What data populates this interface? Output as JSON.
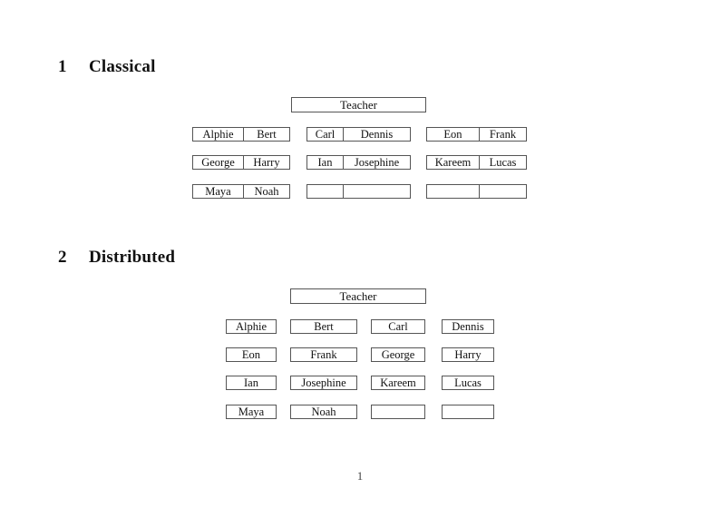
{
  "colors": {
    "background": "#ffffff",
    "text": "#111111",
    "border": "#555555",
    "page_number_color": "#444444"
  },
  "classical": {
    "heading_number": "1",
    "heading_title": "Classical",
    "teacher": "Teacher",
    "rows": [
      [
        [
          "Alphie",
          "Bert"
        ],
        [
          "Carl",
          "Dennis"
        ],
        [
          "Eon",
          "Frank"
        ]
      ],
      [
        [
          "George",
          "Harry"
        ],
        [
          "Ian",
          "Josephine"
        ],
        [
          "Kareem",
          "Lucas"
        ]
      ],
      [
        [
          "Maya",
          "Noah"
        ],
        [
          "",
          ""
        ],
        [
          "",
          ""
        ]
      ]
    ]
  },
  "distributed": {
    "heading_number": "2",
    "heading_title": "Distributed",
    "teacher": "Teacher",
    "rows": [
      [
        "Alphie",
        "Bert",
        "Carl",
        "Dennis"
      ],
      [
        "Eon",
        "Frank",
        "George",
        "Harry"
      ],
      [
        "Ian",
        "Josephine",
        "Kareem",
        "Lucas"
      ],
      [
        "Maya",
        "Noah",
        "",
        ""
      ]
    ]
  },
  "footer": {
    "page_number": "1"
  }
}
